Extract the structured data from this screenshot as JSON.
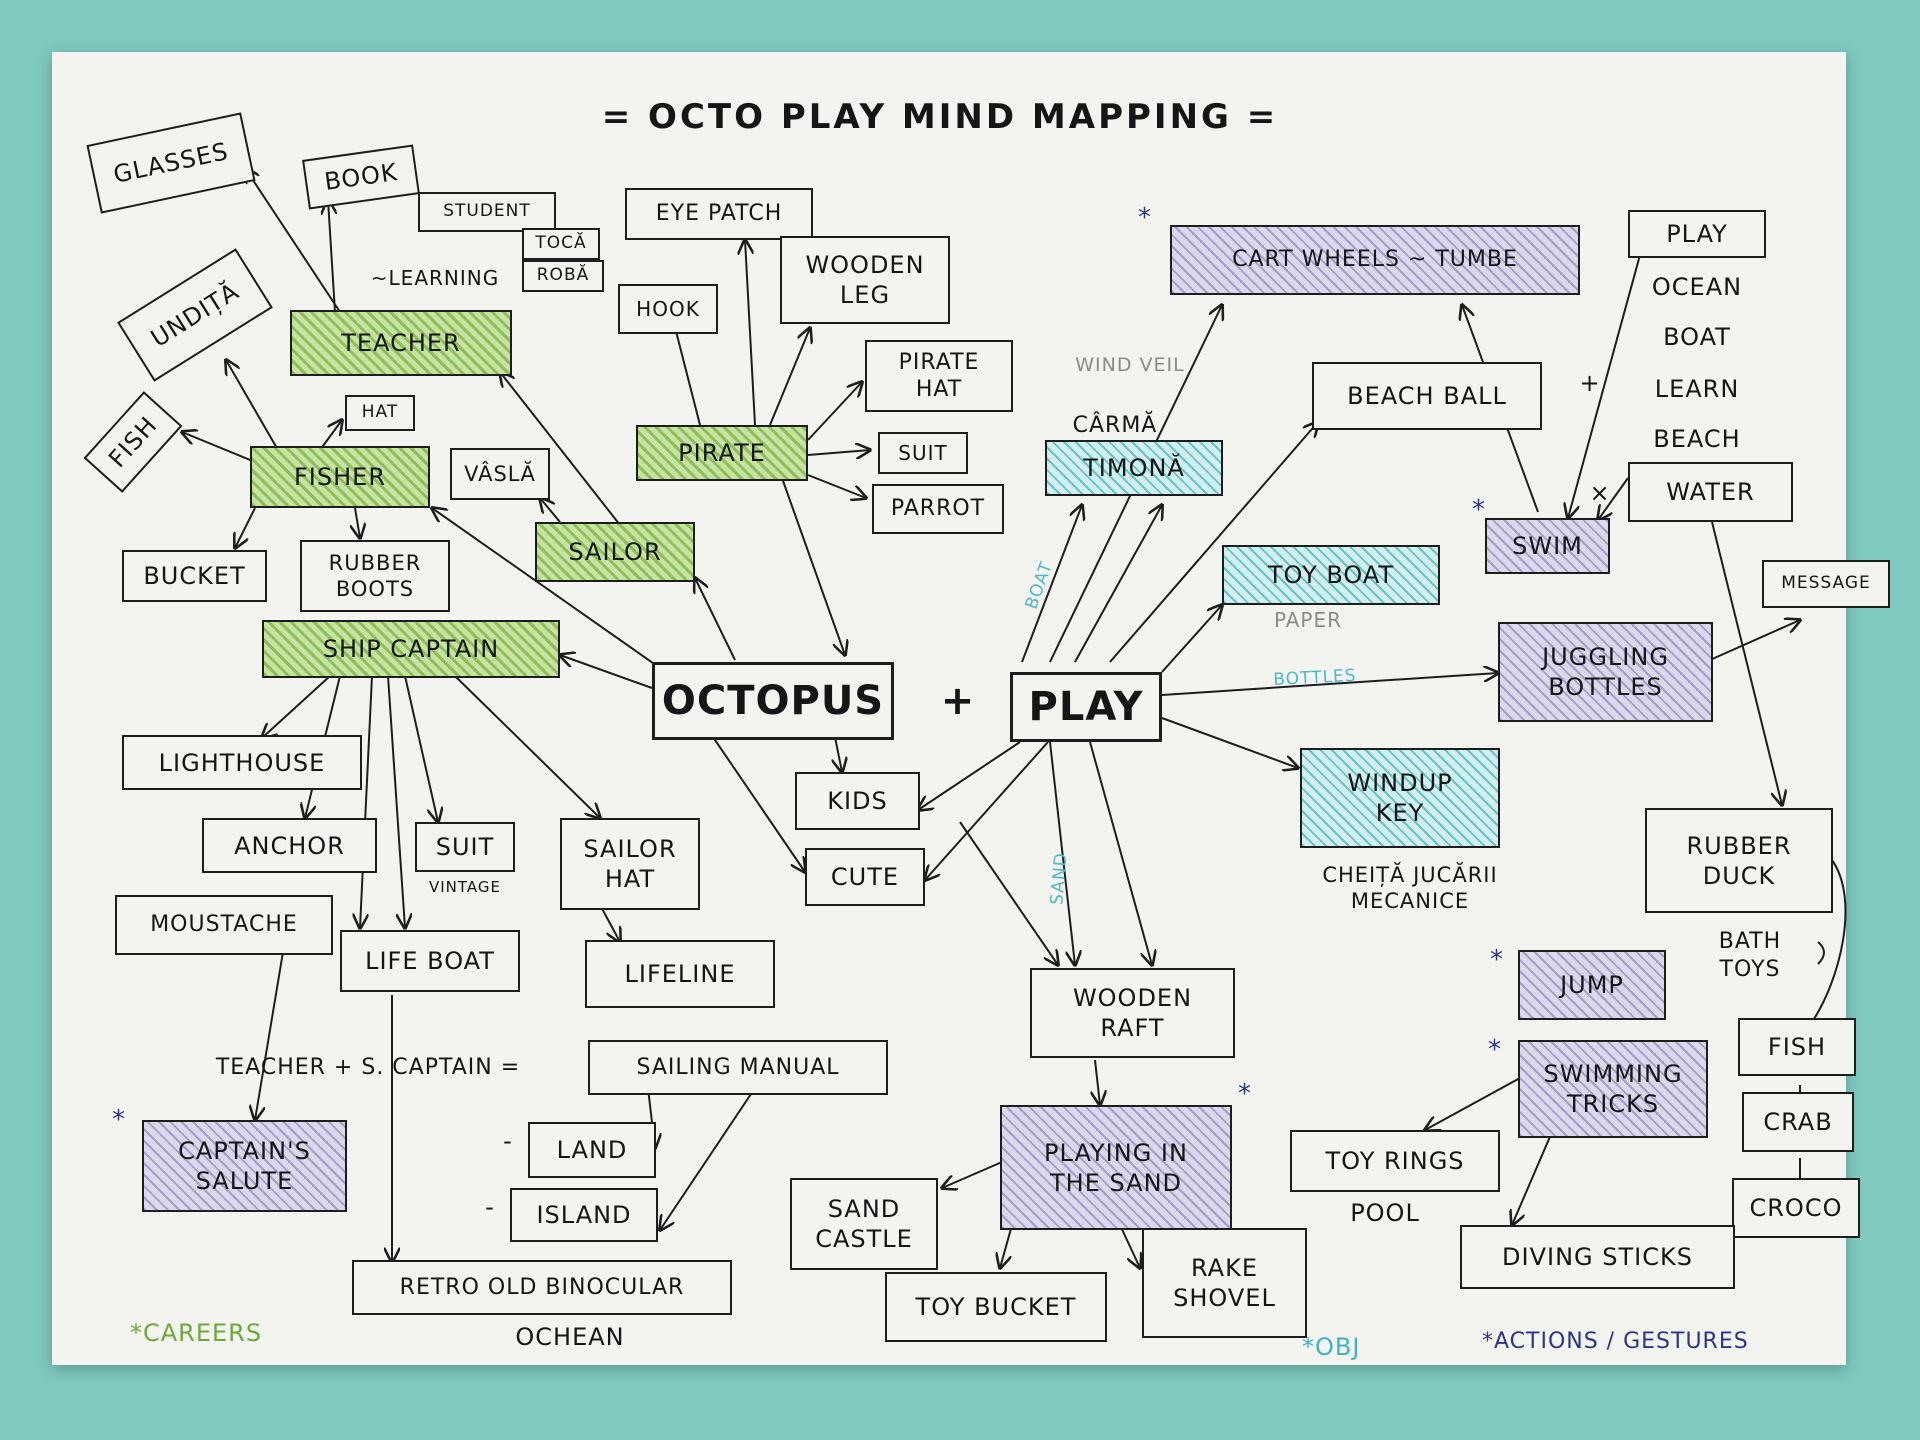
{
  "title": "=   OCTO PLAY   MIND MAPPING   =",
  "center": {
    "octopus": "OCTOPUS",
    "plus": "+",
    "play": "PLAY"
  },
  "careers": {
    "teacher": "TEACHER",
    "fisher": "FISHER",
    "sailor": "SAILOR",
    "pirate": "PIRATE",
    "ship_captain": "SHIP CAPTAIN"
  },
  "teacher_branch": {
    "glasses": "GLASSES",
    "book": "BOOK",
    "student": "STUDENT",
    "toca": "TOCĂ",
    "roba": "ROBĂ",
    "learning": "~LEARNING"
  },
  "fisher_branch": {
    "undita": "UNDIȚĂ",
    "fish": "FISH",
    "hat": "HAT",
    "bucket": "BUCKET",
    "rubber_boots": "RUBBER\nBOOTS"
  },
  "sailor_branch": {
    "vasla": "VÂSLĂ"
  },
  "pirate_branch": {
    "eye_patch": "EYE PATCH",
    "wooden_leg": "WOODEN\nLEG",
    "hook": "HOOK",
    "pirate_hat": "PIRATE\nHAT",
    "suit": "SUIT",
    "parrot": "PARROT"
  },
  "captain_branch": {
    "lighthouse": "LIGHTHOUSE",
    "anchor": "ANCHOR",
    "suit": "SUIT",
    "vintage": "VINTAGE",
    "sailor_hat": "SAILOR\nHAT",
    "moustache": "MOUSTACHE",
    "life_boat": "LIFE BOAT",
    "lifeline": "LIFELINE",
    "equation": "TEACHER + S. CAPTAIN  =",
    "sailing_manual": "SAILING MANUAL",
    "land": "LAND",
    "island": "ISLAND",
    "dash": "-",
    "captains_salute": "CAPTAIN'S\nSALUTE",
    "binocular": "RETRO OLD BINOCULAR",
    "ochean": "OCHEAN"
  },
  "shared": {
    "kids": "KIDS",
    "cute": "CUTE"
  },
  "play_branch": {
    "cart_wheels": "CART WHEELS ~ TUMBE",
    "wind_veil": "WIND VEIL",
    "carma": "CÂRMĂ",
    "timona": "TIMONĂ",
    "boat": "BOAT",
    "beach_ball": "BEACH BALL",
    "toy_boat": "TOY BOAT",
    "paper": "PAPER",
    "bottles": "BOTTLES",
    "juggling_bottles": "JUGGLING\nBOTTLES",
    "message": "MESSAGE",
    "windup_key": "WINDUP\nKEY",
    "cheita": "CHEIȚĂ JUCĂRII\nMECANICE",
    "sand": "SAND",
    "wooden_raft": "WOODEN\nRAFT",
    "playing_sand": "PLAYING IN\nTHE SAND",
    "sand_castle": "SAND\nCASTLE",
    "toy_bucket": "TOY BUCKET",
    "rake_shovel": "RAKE\nSHOVEL",
    "swim": "SWIM",
    "play_list": "PLAY",
    "ocean": "OCEAN",
    "boat_word": "BOAT",
    "learn": "LEARN",
    "beach": "BEACH",
    "water": "WATER",
    "plus": "+",
    "times": "×",
    "rubber_duck": "RUBBER\nDUCK",
    "bath_toys": "BATH\nTOYS",
    "fish": "FISH",
    "crab": "CRAB",
    "croco": "CROCO",
    "jump": "JUMP",
    "swimming_tricks": "SWIMMING\nTRICKS",
    "toy_rings": "TOY RINGS",
    "pool": "POOL",
    "diving_sticks": "DIVING STICKS"
  },
  "legend": {
    "careers": "*CAREERS",
    "obj": "*OBJ",
    "actions": "*ACTIONS / GESTURES"
  },
  "star": "*",
  "colors": {
    "background": "#7fc9bf",
    "paper": "#f3f3ef",
    "career_green": "#8dbe57",
    "object_teal": "#65c4c4",
    "action_purple": "#a59cc9",
    "legend_blue": "#2c3589"
  }
}
